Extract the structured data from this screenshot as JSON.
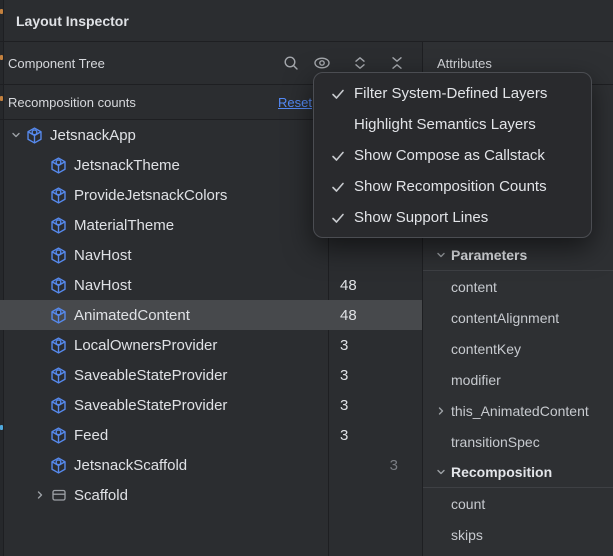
{
  "titlebar": {
    "title": "Layout Inspector"
  },
  "component_tree": {
    "header": "Component Tree",
    "toolbar": {
      "icons": [
        "search-icon",
        "eye-icon",
        "expand-all-icon",
        "collapse-all-icon"
      ]
    },
    "recomposition_bar": {
      "label": "Recomposition counts",
      "reset_link": "Reset"
    },
    "nodes": [
      {
        "label": "JetsnackApp",
        "level": 0,
        "icon": "compose",
        "expanded": true,
        "count": ""
      },
      {
        "label": "JetsnackTheme",
        "level": 1,
        "icon": "compose",
        "count": ""
      },
      {
        "label": "ProvideJetsnackColors",
        "level": 1,
        "icon": "compose",
        "count": ""
      },
      {
        "label": "MaterialTheme",
        "level": 1,
        "icon": "compose",
        "count": ""
      },
      {
        "label": "NavHost",
        "level": 1,
        "icon": "compose",
        "count": ""
      },
      {
        "label": "NavHost",
        "level": 1,
        "icon": "compose",
        "count": "48"
      },
      {
        "label": "AnimatedContent",
        "level": 1,
        "icon": "compose",
        "count": "48",
        "selected": true
      },
      {
        "label": "LocalOwnersProvider",
        "level": 1,
        "icon": "compose",
        "count": "3"
      },
      {
        "label": "SaveableStateProvider",
        "level": 1,
        "icon": "compose",
        "count": "3"
      },
      {
        "label": "SaveableStateProvider",
        "level": 1,
        "icon": "compose",
        "count": "3"
      },
      {
        "label": "Feed",
        "level": 1,
        "icon": "compose",
        "count": "3"
      },
      {
        "label": "JetsnackScaffold",
        "level": 1,
        "icon": "compose",
        "count": "3",
        "count_dim": true
      },
      {
        "label": "Scaffold",
        "level": 1,
        "icon": "scaffold",
        "collapsed": true,
        "count": ""
      }
    ]
  },
  "options_menu": {
    "items": [
      {
        "label": "Filter System-Defined Layers",
        "checked": true
      },
      {
        "label": "Highlight Semantics Layers",
        "checked": false
      },
      {
        "label": "Show Compose as Callstack",
        "checked": true
      },
      {
        "label": "Show Recomposition Counts",
        "checked": true
      },
      {
        "label": "Show Support Lines",
        "checked": true
      }
    ]
  },
  "attributes": {
    "header": "Attributes",
    "sections": [
      {
        "label": "Parameters",
        "expanded": true,
        "items": [
          {
            "label": "content"
          },
          {
            "label": "contentAlignment"
          },
          {
            "label": "contentKey"
          },
          {
            "label": "modifier"
          },
          {
            "label": "this_AnimatedContent",
            "expandable": true
          },
          {
            "label": "transitionSpec"
          }
        ]
      },
      {
        "label": "Recomposition",
        "expanded": true,
        "items": [
          {
            "label": "count"
          },
          {
            "label": "skips"
          }
        ]
      }
    ]
  },
  "colors": {
    "panel_bg": "#2B2D30",
    "right_panel_bg": "#2E3033",
    "divider": "#1E1F22",
    "selection_bg": "#47494C",
    "link_blue": "#548AF7",
    "compose_icon_blue": "#5689EC",
    "menu_bg": "#292A2D",
    "text_primary": "#DFE1E5",
    "dim_count": "#797C82"
  }
}
